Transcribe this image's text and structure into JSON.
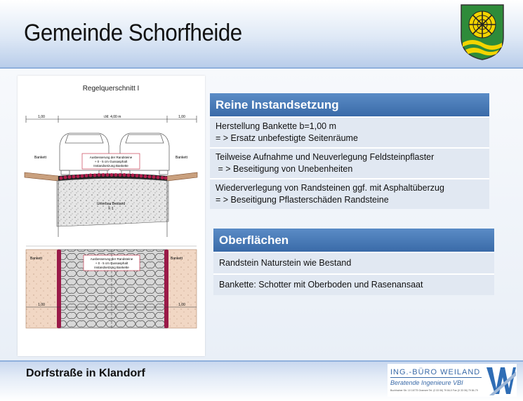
{
  "header": {
    "title": "Gemeinde Schorfheide"
  },
  "drawing": {
    "title": "Regelquerschnitt I",
    "dim_left": "1,00",
    "dim_mid": "i.M. 4,00 m",
    "dim_right": "1,00",
    "bankett_left": "Bankett",
    "bankett_right": "Bankett",
    "repair_line1": "Ausbesserung der Randsteine",
    "repair_line2": "+ 0 - 5 cm Gussasphalt",
    "repair_line3": "Instandsetzung Bankette",
    "bestand_line1": "Unterbau Bestand",
    "bestand_line2": "F 1",
    "plan_bankett_left": "Bankett",
    "plan_bankett_right": "Bankett",
    "plan_repair_line1": "Ausbesserung der Randsteine",
    "plan_repair_line2": "+ 0 - 5 cm Gussasphalt",
    "plan_repair_line3": "Instandsetzung Bankette",
    "plan_dim_left": "1,00",
    "plan_dim_right": "1,00"
  },
  "panel1": {
    "title": "Reine Instandsetzung",
    "rows": [
      {
        "l1": "Herstellung Bankette b=1,00  m",
        "l2": "= > Ersatz unbefestigte Seitenräume"
      },
      {
        "l1": "Teilweise Aufnahme und Neuverlegung Feldsteinpflaster",
        "l2": " = > Beseitigung von Unebenheiten"
      },
      {
        "l1": "Wiederverlegung von Randsteinen ggf. mit Asphaltüberzug",
        "l2": "= > Beseitigung Pflasterschäden Randsteine"
      }
    ]
  },
  "panel2": {
    "title": "Oberflächen",
    "rows": [
      {
        "l1": "Randstein Naturstein wie Bestand"
      },
      {
        "l1": "Bankette: Schotter mit Oberboden und Rasenansaat"
      }
    ]
  },
  "footer": {
    "subtitle": "Dorfstraße in Klandorf",
    "logo_line1": "ING.-BÜRO WEILAND",
    "logo_line2": "Beratende Ingenieure VBI",
    "logo_line3": "Buchhainer Str. 10  16775 Gransee  Tel. (0 33 06) 79 84-0  Fax (0 33 06) 79 84-79"
  }
}
